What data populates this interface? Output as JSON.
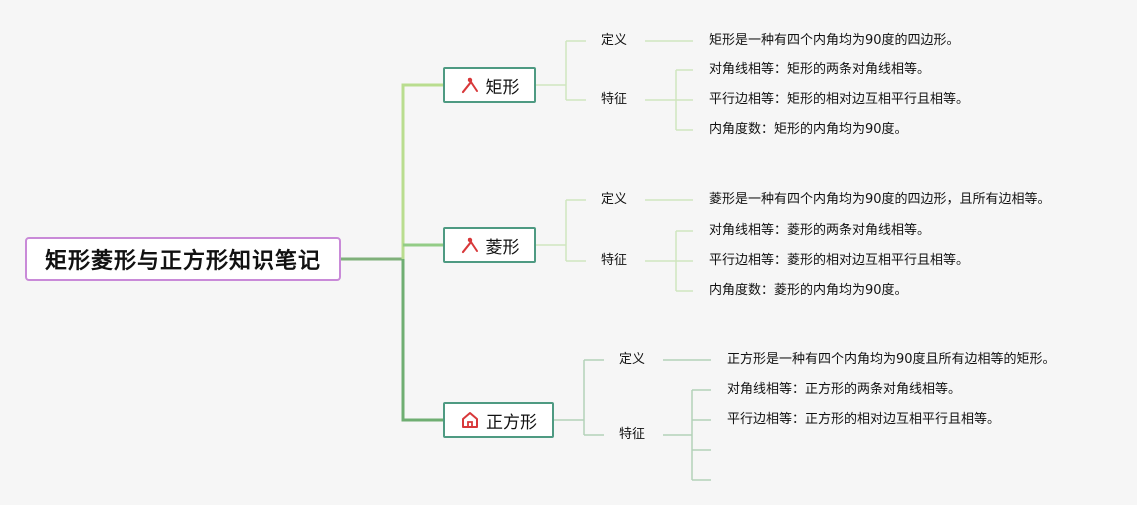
{
  "root": {
    "title": "矩形菱形与正方形知识笔记"
  },
  "branches": [
    {
      "name": "矩形",
      "icon": "tools-icon",
      "definition_label": "定义",
      "definition": "矩形是一种有四个内角均为90度的四边形。",
      "feature_label": "特征",
      "features": [
        "对角线相等：矩形的两条对角线相等。",
        "平行边相等：矩形的相对边互相平行且相等。",
        "内角度数：矩形的内角均为90度。"
      ]
    },
    {
      "name": "菱形",
      "icon": "tools-icon",
      "definition_label": "定义",
      "definition": "菱形是一种有四个内角均为90度的四边形，且所有边相等。",
      "feature_label": "特征",
      "features": [
        "对角线相等：菱形的两条对角线相等。",
        "平行边相等：菱形的相对边互相平行且相等。",
        "内角度数：菱形的内角均为90度。"
      ]
    },
    {
      "name": "正方形",
      "icon": "house-icon",
      "definition_label": "定义",
      "definition": "正方形是一种有四个内角均为90度且所有边相等的矩形。",
      "feature_label": "特征",
      "features": [
        "对角线相等：正方形的两条对角线相等。",
        "平行边相等：正方形的相对边互相平行且相等。",
        "",
        ""
      ]
    }
  ],
  "colors": {
    "background": "#f6f6f6",
    "root_border": "#c98ad8",
    "node_border": "#4e9a82",
    "branch1_line": "#b9dd8f",
    "branch2_line": "#93cc86",
    "branch3_line": "#6fae72",
    "leaf_line": "#cfe5bf",
    "icon_red": "#d8383a"
  }
}
